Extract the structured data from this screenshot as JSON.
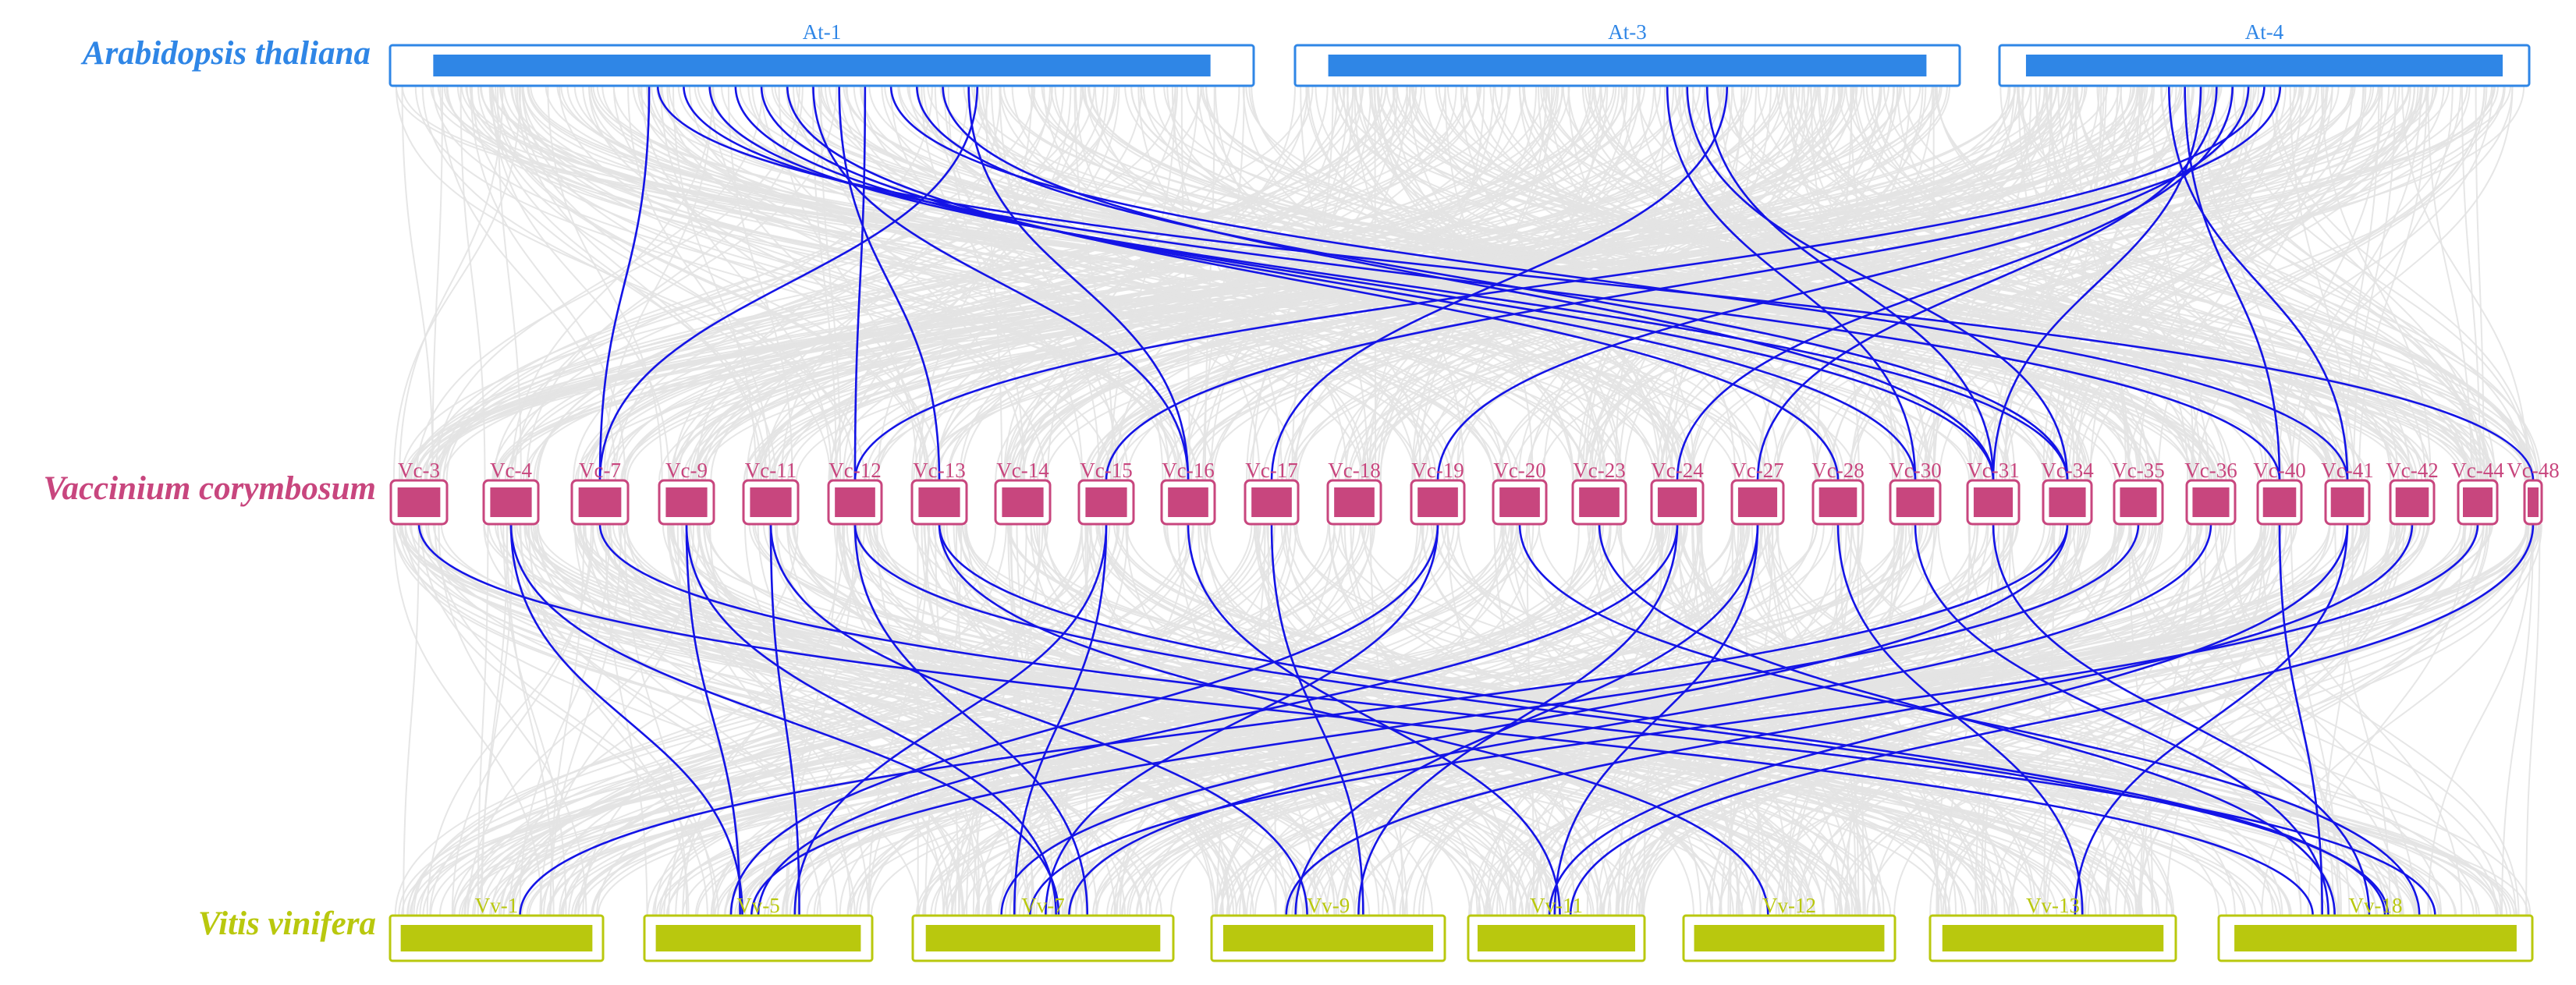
{
  "species": {
    "top": {
      "label": "Arabidopsis thaliana",
      "color": "#2f86e6"
    },
    "middle": {
      "label": "Vaccinium corymbosum",
      "color": "#c8467e"
    },
    "bottom": {
      "label": "Vitis vinifera",
      "color": "#b9c80e"
    }
  },
  "chromosomes": {
    "top": [
      "At-1",
      "At-3",
      "At-4"
    ],
    "middle": [
      "Vc-3",
      "Vc-4",
      "Vc-7",
      "Vc-9",
      "Vc-11",
      "Vc-12",
      "Vc-13",
      "Vc-14",
      "Vc-15",
      "Vc-16",
      "Vc-17",
      "Vc-18",
      "Vc-19",
      "Vc-20",
      "Vc-23",
      "Vc-24",
      "Vc-27",
      "Vc-28",
      "Vc-30",
      "Vc-31",
      "Vc-34",
      "Vc-35",
      "Vc-36",
      "Vc-40",
      "Vc-41",
      "Vc-42",
      "Vc-44",
      "Vc-48"
    ],
    "bottom": [
      "Vv-1",
      "Vv-5",
      "Vv-7",
      "Vv-9",
      "Vv-11",
      "Vv-12",
      "Vv-13",
      "Vv-18"
    ]
  },
  "colors": {
    "background_links": "#e3e3e3",
    "highlight_links": "#1414e6",
    "top_chrom_fill": "#2f86e6",
    "middle_chrom_fill": "#c8467e",
    "bottom_chrom_fill": "#b9c80e"
  },
  "highlight_links": {
    "top_to_middle": [
      [
        "At-1",
        "Vc-7"
      ],
      [
        "At-1",
        "Vc-16"
      ],
      [
        "At-1",
        "Vc-31"
      ],
      [
        "At-1",
        "Vc-34"
      ],
      [
        "At-1",
        "Vc-41"
      ],
      [
        "At-1",
        "Vc-12"
      ],
      [
        "At-1",
        "Vc-13"
      ],
      [
        "At-1",
        "Vc-16"
      ],
      [
        "At-1",
        "Vc-28"
      ],
      [
        "At-1",
        "Vc-30"
      ],
      [
        "At-1",
        "Vc-31"
      ],
      [
        "At-1",
        "Vc-34"
      ],
      [
        "At-1",
        "Vc-40"
      ],
      [
        "At-1",
        "Vc-48"
      ],
      [
        "At-1",
        "Vc-7"
      ],
      [
        "At-3",
        "Vc-17"
      ],
      [
        "At-3",
        "Vc-31"
      ],
      [
        "At-3",
        "Vc-34"
      ],
      [
        "At-3",
        "Vc-30"
      ],
      [
        "At-4",
        "Vc-15"
      ],
      [
        "At-4",
        "Vc-12"
      ],
      [
        "At-4",
        "Vc-19"
      ],
      [
        "At-4",
        "Vc-24"
      ],
      [
        "At-4",
        "Vc-27"
      ],
      [
        "At-4",
        "Vc-31"
      ],
      [
        "At-4",
        "Vc-40"
      ],
      [
        "At-4",
        "Vc-41"
      ]
    ],
    "middle_to_bottom": [
      [
        "Vc-3",
        "Vv-18"
      ],
      [
        "Vc-4",
        "Vv-5"
      ],
      [
        "Vc-4",
        "Vv-7"
      ],
      [
        "Vc-7",
        "Vv-18"
      ],
      [
        "Vc-9",
        "Vv-5"
      ],
      [
        "Vc-9",
        "Vv-7"
      ],
      [
        "Vc-11",
        "Vv-5"
      ],
      [
        "Vc-11",
        "Vv-9"
      ],
      [
        "Vc-12",
        "Vv-18"
      ],
      [
        "Vc-12",
        "Vv-7"
      ],
      [
        "Vc-13",
        "Vv-12"
      ],
      [
        "Vc-13",
        "Vv-18"
      ],
      [
        "Vc-15",
        "Vv-5"
      ],
      [
        "Vc-15",
        "Vv-7"
      ],
      [
        "Vc-16",
        "Vv-11"
      ],
      [
        "Vc-17",
        "Vv-9"
      ],
      [
        "Vc-19",
        "Vv-5"
      ],
      [
        "Vc-19",
        "Vv-7"
      ],
      [
        "Vc-20",
        "Vv-18"
      ],
      [
        "Vc-23",
        "Vv-18"
      ],
      [
        "Vc-24",
        "Vv-5"
      ],
      [
        "Vc-24",
        "Vv-9"
      ],
      [
        "Vc-27",
        "Vv-9"
      ],
      [
        "Vc-27",
        "Vv-11"
      ],
      [
        "Vc-28",
        "Vv-13"
      ],
      [
        "Vc-30",
        "Vv-18"
      ],
      [
        "Vc-31",
        "Vv-18"
      ],
      [
        "Vc-34",
        "Vv-1"
      ],
      [
        "Vc-34",
        "Vv-7"
      ],
      [
        "Vc-35",
        "Vv-5"
      ],
      [
        "Vc-36",
        "Vv-7"
      ],
      [
        "Vc-40",
        "Vv-18"
      ],
      [
        "Vc-41",
        "Vv-11"
      ],
      [
        "Vc-41",
        "Vv-13"
      ],
      [
        "Vc-42",
        "Vv-9"
      ],
      [
        "Vc-44",
        "Vv-7"
      ],
      [
        "Vc-48",
        "Vv-11"
      ]
    ]
  }
}
